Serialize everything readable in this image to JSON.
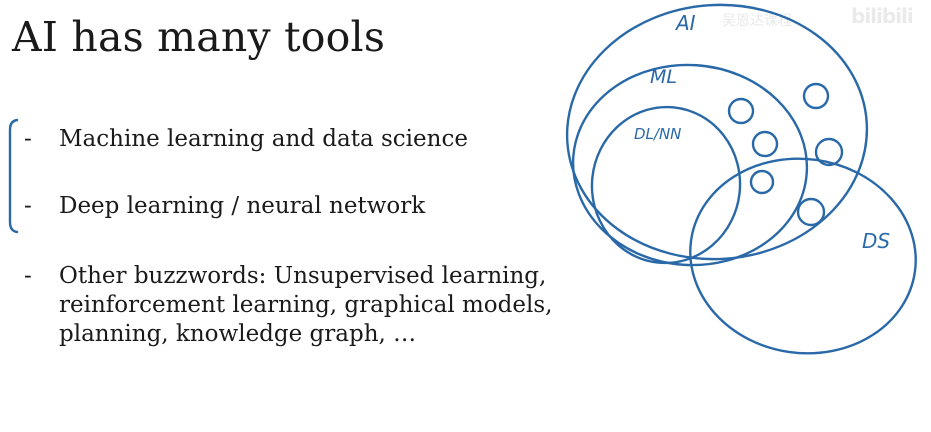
{
  "slide": {
    "title": "AI has many tools",
    "bullets": [
      {
        "dash": "-",
        "text": "Machine learning and data science"
      },
      {
        "dash": "-",
        "text": "Deep learning / neural network"
      },
      {
        "dash": "-",
        "lines": [
          "Other buzzwords: Unsupervised learning,",
          "reinforcement learning, graphical models,",
          "planning, knowledge graph, …"
        ]
      }
    ]
  },
  "diagram": {
    "ink_color": "#2a69a8",
    "labels": {
      "ai": "AI",
      "ml": "ML",
      "dl_nn": "DL/NN",
      "ds": "DS"
    }
  },
  "watermark": {
    "text": "吴恩达课程",
    "logo": "bilibili"
  }
}
